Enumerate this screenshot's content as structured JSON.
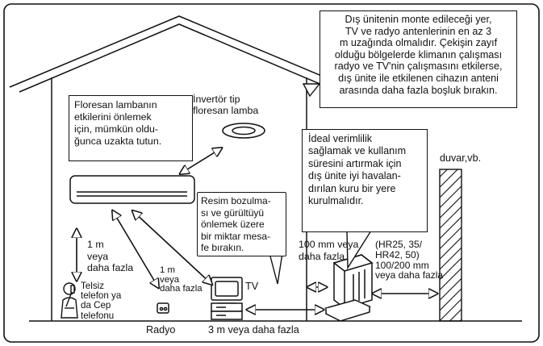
{
  "notes": {
    "antenna": [
      "Dış ünitenin monte edileceği yer,",
      "TV ve radyo antenlerinin en az 3",
      "m uzağında olmalıdır. Çekişin zayıf",
      "olduğu bölgelerde klimanın çalışması",
      "radyo ve TV'nin çalışmasını etkilerse,",
      "dış ünite ile etkilenen cihazın anteni",
      "arasında daha fazla boşluk bırakın."
    ],
    "fluorescent": [
      "Floresan lambanın",
      "etkilerini önlemek",
      "için, mümkün oldu-",
      "ğunca uzakta tutun."
    ],
    "interference": [
      "Resim bozulma-",
      "sı ve gürültüyü",
      "önlemek üzere",
      "bir miktar mesa-",
      "fe bırakın."
    ],
    "ventilation": [
      "İdeal verimlilik",
      "sağlamak ve kullanım",
      "süresini artırmak için",
      "dış ünite iyi havalan-",
      "dırılan kuru bir yere",
      "kurulmalıdır."
    ]
  },
  "labels": {
    "inverter_lamp": [
      "İnvertör tip",
      "floresan lamba"
    ],
    "wall": "duvar,vb.",
    "one_m_or_more": [
      "1 m",
      "veya",
      "daha fazla"
    ],
    "one_m_small": [
      "1 m",
      "veya",
      "daha fazla"
    ],
    "phone": [
      "Telsiz",
      "telefon ya",
      "da Cep",
      "telefonu"
    ],
    "tv": "TV",
    "radio": "Radyo",
    "three_m": "3 m veya daha fazla",
    "hundred_mm": [
      "100 mm veya",
      "daha fazla"
    ],
    "model_clearance": [
      "(HR25, 35/",
      "HR42, 50)",
      "100/200 mm",
      "veya daha fazla"
    ]
  }
}
